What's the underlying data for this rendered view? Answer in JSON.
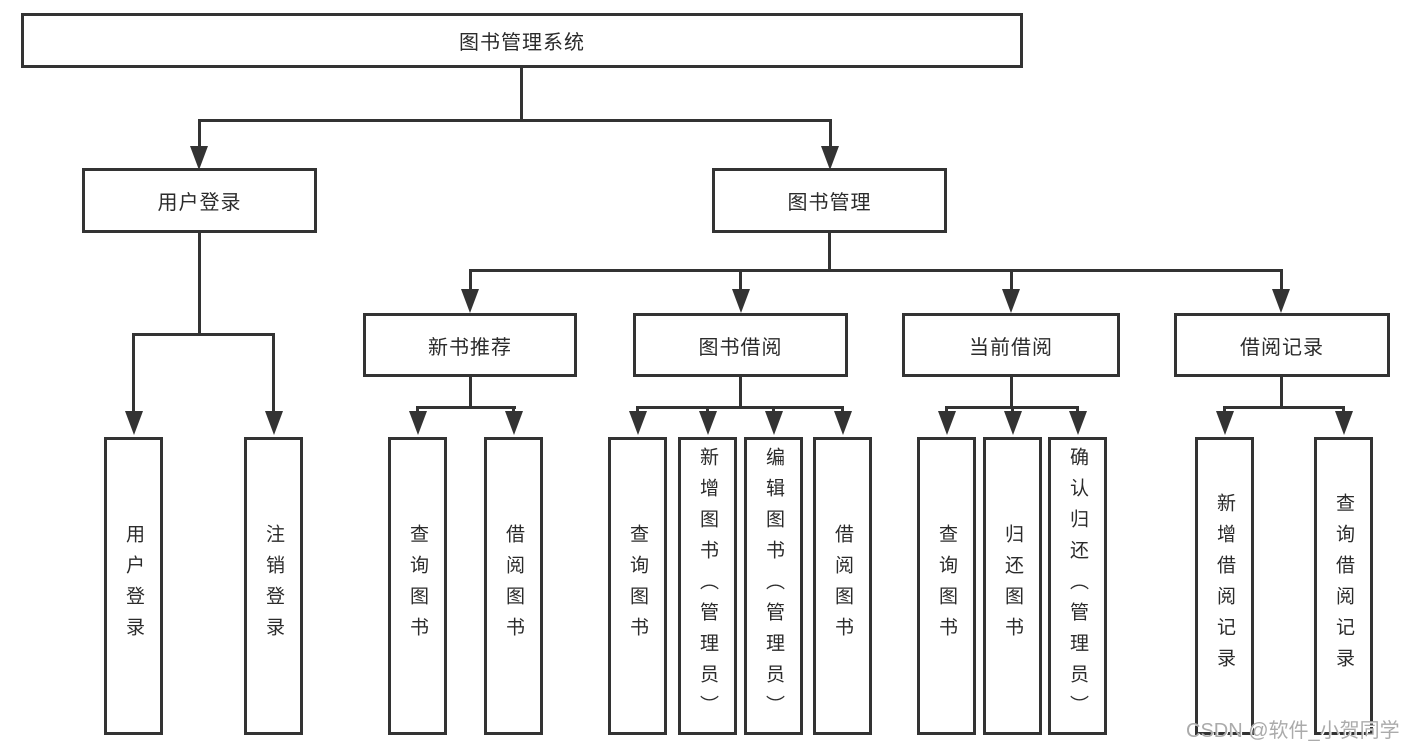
{
  "tree": {
    "root": {
      "label": "图书管理系统"
    },
    "branches": [
      {
        "label": "用户登录",
        "leaves": [
          {
            "label": "用户登录"
          },
          {
            "label": "注销登录"
          }
        ]
      },
      {
        "label": "图书管理",
        "sections": [
          {
            "label": "新书推荐",
            "leaves": [
              {
                "label": "查询图书"
              },
              {
                "label": "借阅图书"
              }
            ]
          },
          {
            "label": "图书借阅",
            "leaves": [
              {
                "label": "查询图书"
              },
              {
                "label": "新增图书（管理员）"
              },
              {
                "label": "编辑图书（管理员）"
              },
              {
                "label": "借阅图书"
              }
            ]
          },
          {
            "label": "当前借阅",
            "leaves": [
              {
                "label": "查询图书"
              },
              {
                "label": "归还图书"
              },
              {
                "label": "确认归还（管理员）"
              }
            ]
          },
          {
            "label": "借阅记录",
            "leaves": [
              {
                "label": "新增借阅记录"
              },
              {
                "label": "查询借阅记录"
              }
            ]
          }
        ]
      }
    ]
  },
  "watermark": {
    "text": "CSDN @软件_小贺同学"
  },
  "colors": {
    "line": "#333333",
    "text": "#2b2b2b",
    "background": "#ffffff",
    "watermark": "#ababab"
  }
}
